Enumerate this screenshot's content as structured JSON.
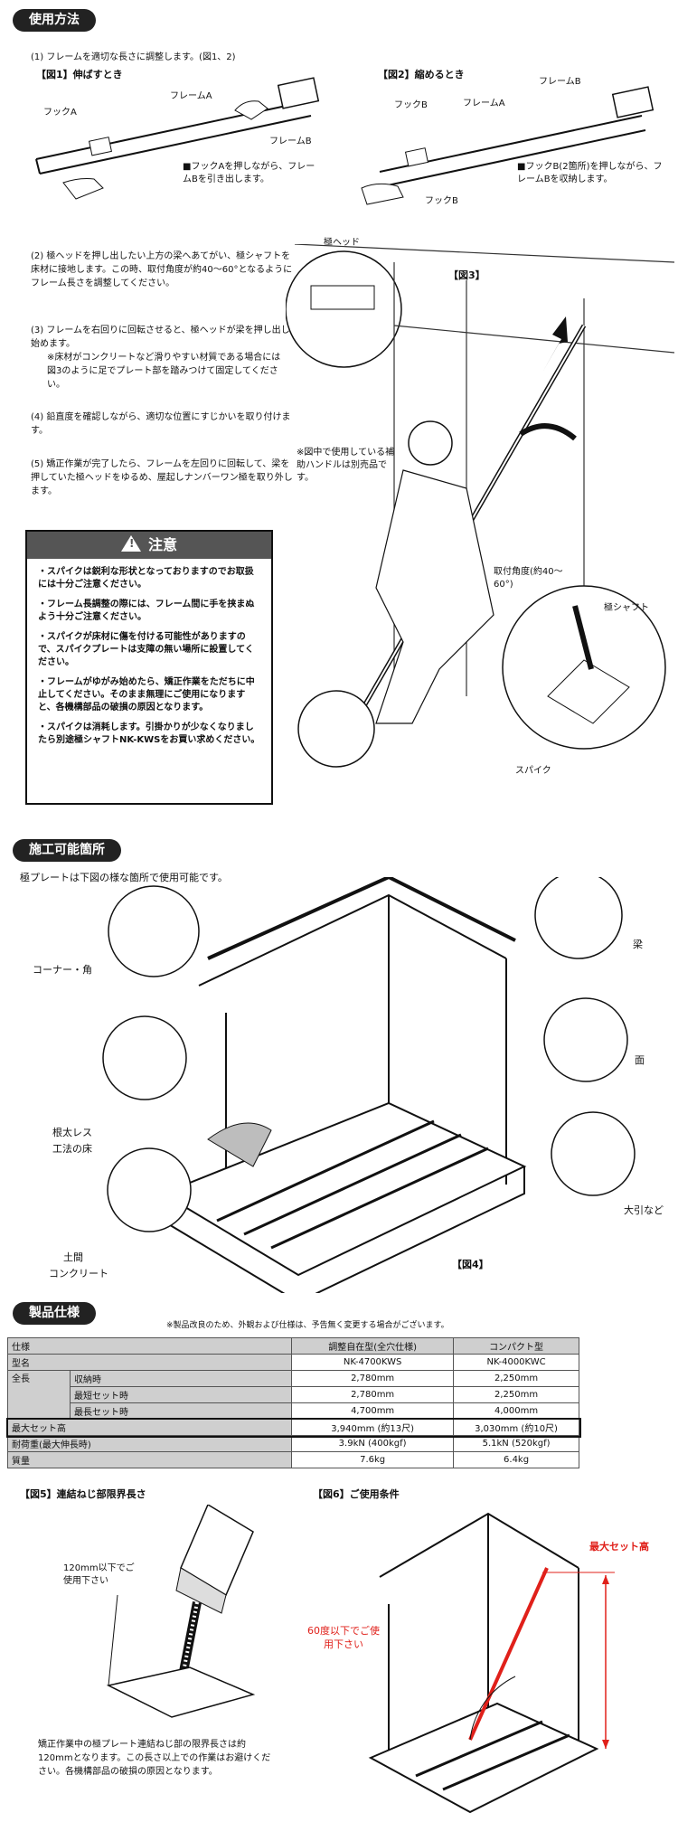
{
  "usage": {
    "header": "使用方法",
    "step1": "(1) フレームを適切な長さに調整します。(図1、2)",
    "fig1": {
      "title": "【図1】伸ばすとき",
      "hookA": "フックA",
      "frameA": "フレームA",
      "frameB": "フレームB",
      "note": "■フックAを押しながら、フレームBを引き出します。"
    },
    "fig2": {
      "title": "【図2】縮めるとき",
      "hookB": "フックB",
      "frameA": "フレームA",
      "frameB": "フレームB",
      "hookB2": "フックB",
      "note": "■フックB(2箇所)を押しながら、フレームBを収納します。"
    },
    "step2": "(2) 極ヘッドを押し出したい上方の梁へあてがい、極シャフトを床材に接地します。この時、取付角度が約40～60°となるようにフレーム長さを調整してください。",
    "step3": "(3) フレームを右回りに回転させると、極ヘッドが梁を押し出し始めます。",
    "step3_note": "※床材がコンクリートなど滑りやすい材質である場合には図3のように足でプレート部を踏みつけて固定してください。",
    "step4": "(4) 鉛直度を確認しながら、適切な位置にすじかいを取り付けます。",
    "step5": "(5) 矯正作業が完了したら、フレームを左回りに回転して、梁を押していた極ヘッドをゆるめ、屋起しナンバーワン極を取り外します。",
    "fig3": {
      "title": "【図3】",
      "head": "極ヘッド",
      "handle_note": "※図中で使用している補助ハンドルは別売品です。",
      "angle": "取付角度(約40～60°)",
      "shaft": "極シャフト",
      "spike": "スパイク"
    },
    "caution": {
      "title": "注意",
      "items": [
        "・スパイクは鋭利な形状となっておりますのでお取扱には十分ご注意ください。",
        "・フレーム長調整の際には、フレーム間に手を挟まぬよう十分ご注意ください。",
        "・スパイクが床材に傷を付ける可能性がありますので、スパイクプレートは支障の無い場所に設置してください。",
        "・フレームがゆがみ始めたら、矯正作業をただちに中止してください。そのまま無理にご使用になりますと、各機構部品の破損の原因となります。",
        "・スパイクは消耗します。引掛かりが少なくなりましたら別途極シャフトNK-KWSをお買い求めください。"
      ]
    }
  },
  "locations": {
    "header": "施工可能箇所",
    "intro": "極プレートは下図の様な箇所で使用可能です。",
    "corner": "コーナー・角",
    "floor1": "根太レス",
    "floor2": "工法の床",
    "concrete1": "土間",
    "concrete2": "コンクリート",
    "beam": "梁",
    "face": "面",
    "sill": "大引など",
    "fig4": "【図4】"
  },
  "specs": {
    "header": "製品仕様",
    "note": "※製品改良のため、外観および仕様は、予告無く変更する場合がございます。",
    "columns": [
      "仕様",
      "調整自在型(全穴仕様)",
      "コンパクト型"
    ],
    "rows": [
      {
        "label": "型名",
        "sub": "",
        "v1": "NK-4700KWS",
        "v2": "NK-4000KWC"
      },
      {
        "label": "全長",
        "sub": "収納時",
        "v1": "2,780mm",
        "v2": "2,250mm"
      },
      {
        "label": "",
        "sub": "最短セット時",
        "v1": "2,780mm",
        "v2": "2,250mm"
      },
      {
        "label": "",
        "sub": "最長セット時",
        "v1": "4,700mm",
        "v2": "4,000mm"
      },
      {
        "label": "最大セット高",
        "sub": "",
        "v1": "3,940mm (約13尺)",
        "v2": "3,030mm (約10尺)"
      },
      {
        "label": "耐荷重(最大伸長時)",
        "sub": "",
        "v1": "3.9kN (400kgf)",
        "v2": "5.1kN (520kgf)"
      },
      {
        "label": "質量",
        "sub": "",
        "v1": "7.6kg",
        "v2": "6.4kg"
      }
    ]
  },
  "fig5": {
    "title": "【図5】連結ねじ部限界長さ",
    "label": "120mm以下でご使用下さい",
    "note": "矯正作業中の極プレート連結ねじ部の限界長さは約120mmとなります。この長さ以上での作業はお避けください。各機構部品の破損の原因となります。"
  },
  "fig6": {
    "title": "【図6】ご使用条件",
    "max_height": "最大セット高",
    "angle_note": "60度以下でご使用下さい"
  },
  "colors": {
    "header_bg": "#222222",
    "caution_bg": "#555555",
    "accent_red": "#e0201a",
    "table_gray": "#cfcfcf"
  }
}
